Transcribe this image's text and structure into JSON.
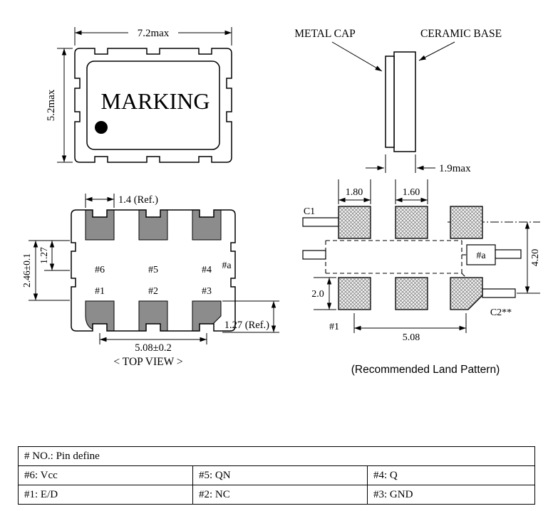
{
  "colors": {
    "background": "#ffffff",
    "line": "#000000",
    "pad_fill": "#8c8c8c",
    "hatch": "#777777"
  },
  "package_outline": {
    "dim_width": "7.2max",
    "dim_height": "5.2max",
    "marking_text": "MARKING"
  },
  "side_view": {
    "label_metal_cap": "METAL CAP",
    "label_ceramic_base": "CERAMIC BASE",
    "dim_thickness": "1.9max"
  },
  "top_view": {
    "caption": "< TOP VIEW >",
    "dim_pad_width": "1.4 (Ref.)",
    "dim_body": "2.46±0.1",
    "dim_half_pitch": "1.27",
    "dim_pad_span": "5.08±0.2",
    "dim_pad_len": "1.27 (Ref.)",
    "pad_labels": [
      "#6",
      "#5",
      "#4",
      "#1",
      "#2",
      "#3"
    ],
    "side_pad_label": "#a"
  },
  "land_pattern": {
    "caption": "(Recommended Land Pattern)",
    "dim_pad_w1": "1.80",
    "dim_pad_w2": "1.60",
    "dim_pad_h": "2.0",
    "dim_row_pitch": "4.20",
    "dim_col_span": "5.08",
    "label_c1": "C1",
    "label_c2": "C2**",
    "label_pad_a": "#a",
    "label_pad_1": "#1"
  },
  "pin_table": {
    "header": "# NO.: Pin define",
    "rows": [
      [
        "#6: Vcc",
        "#5: QN",
        "#4: Q"
      ],
      [
        "#1: E/D",
        "#2: NC",
        "#3: GND"
      ]
    ]
  }
}
